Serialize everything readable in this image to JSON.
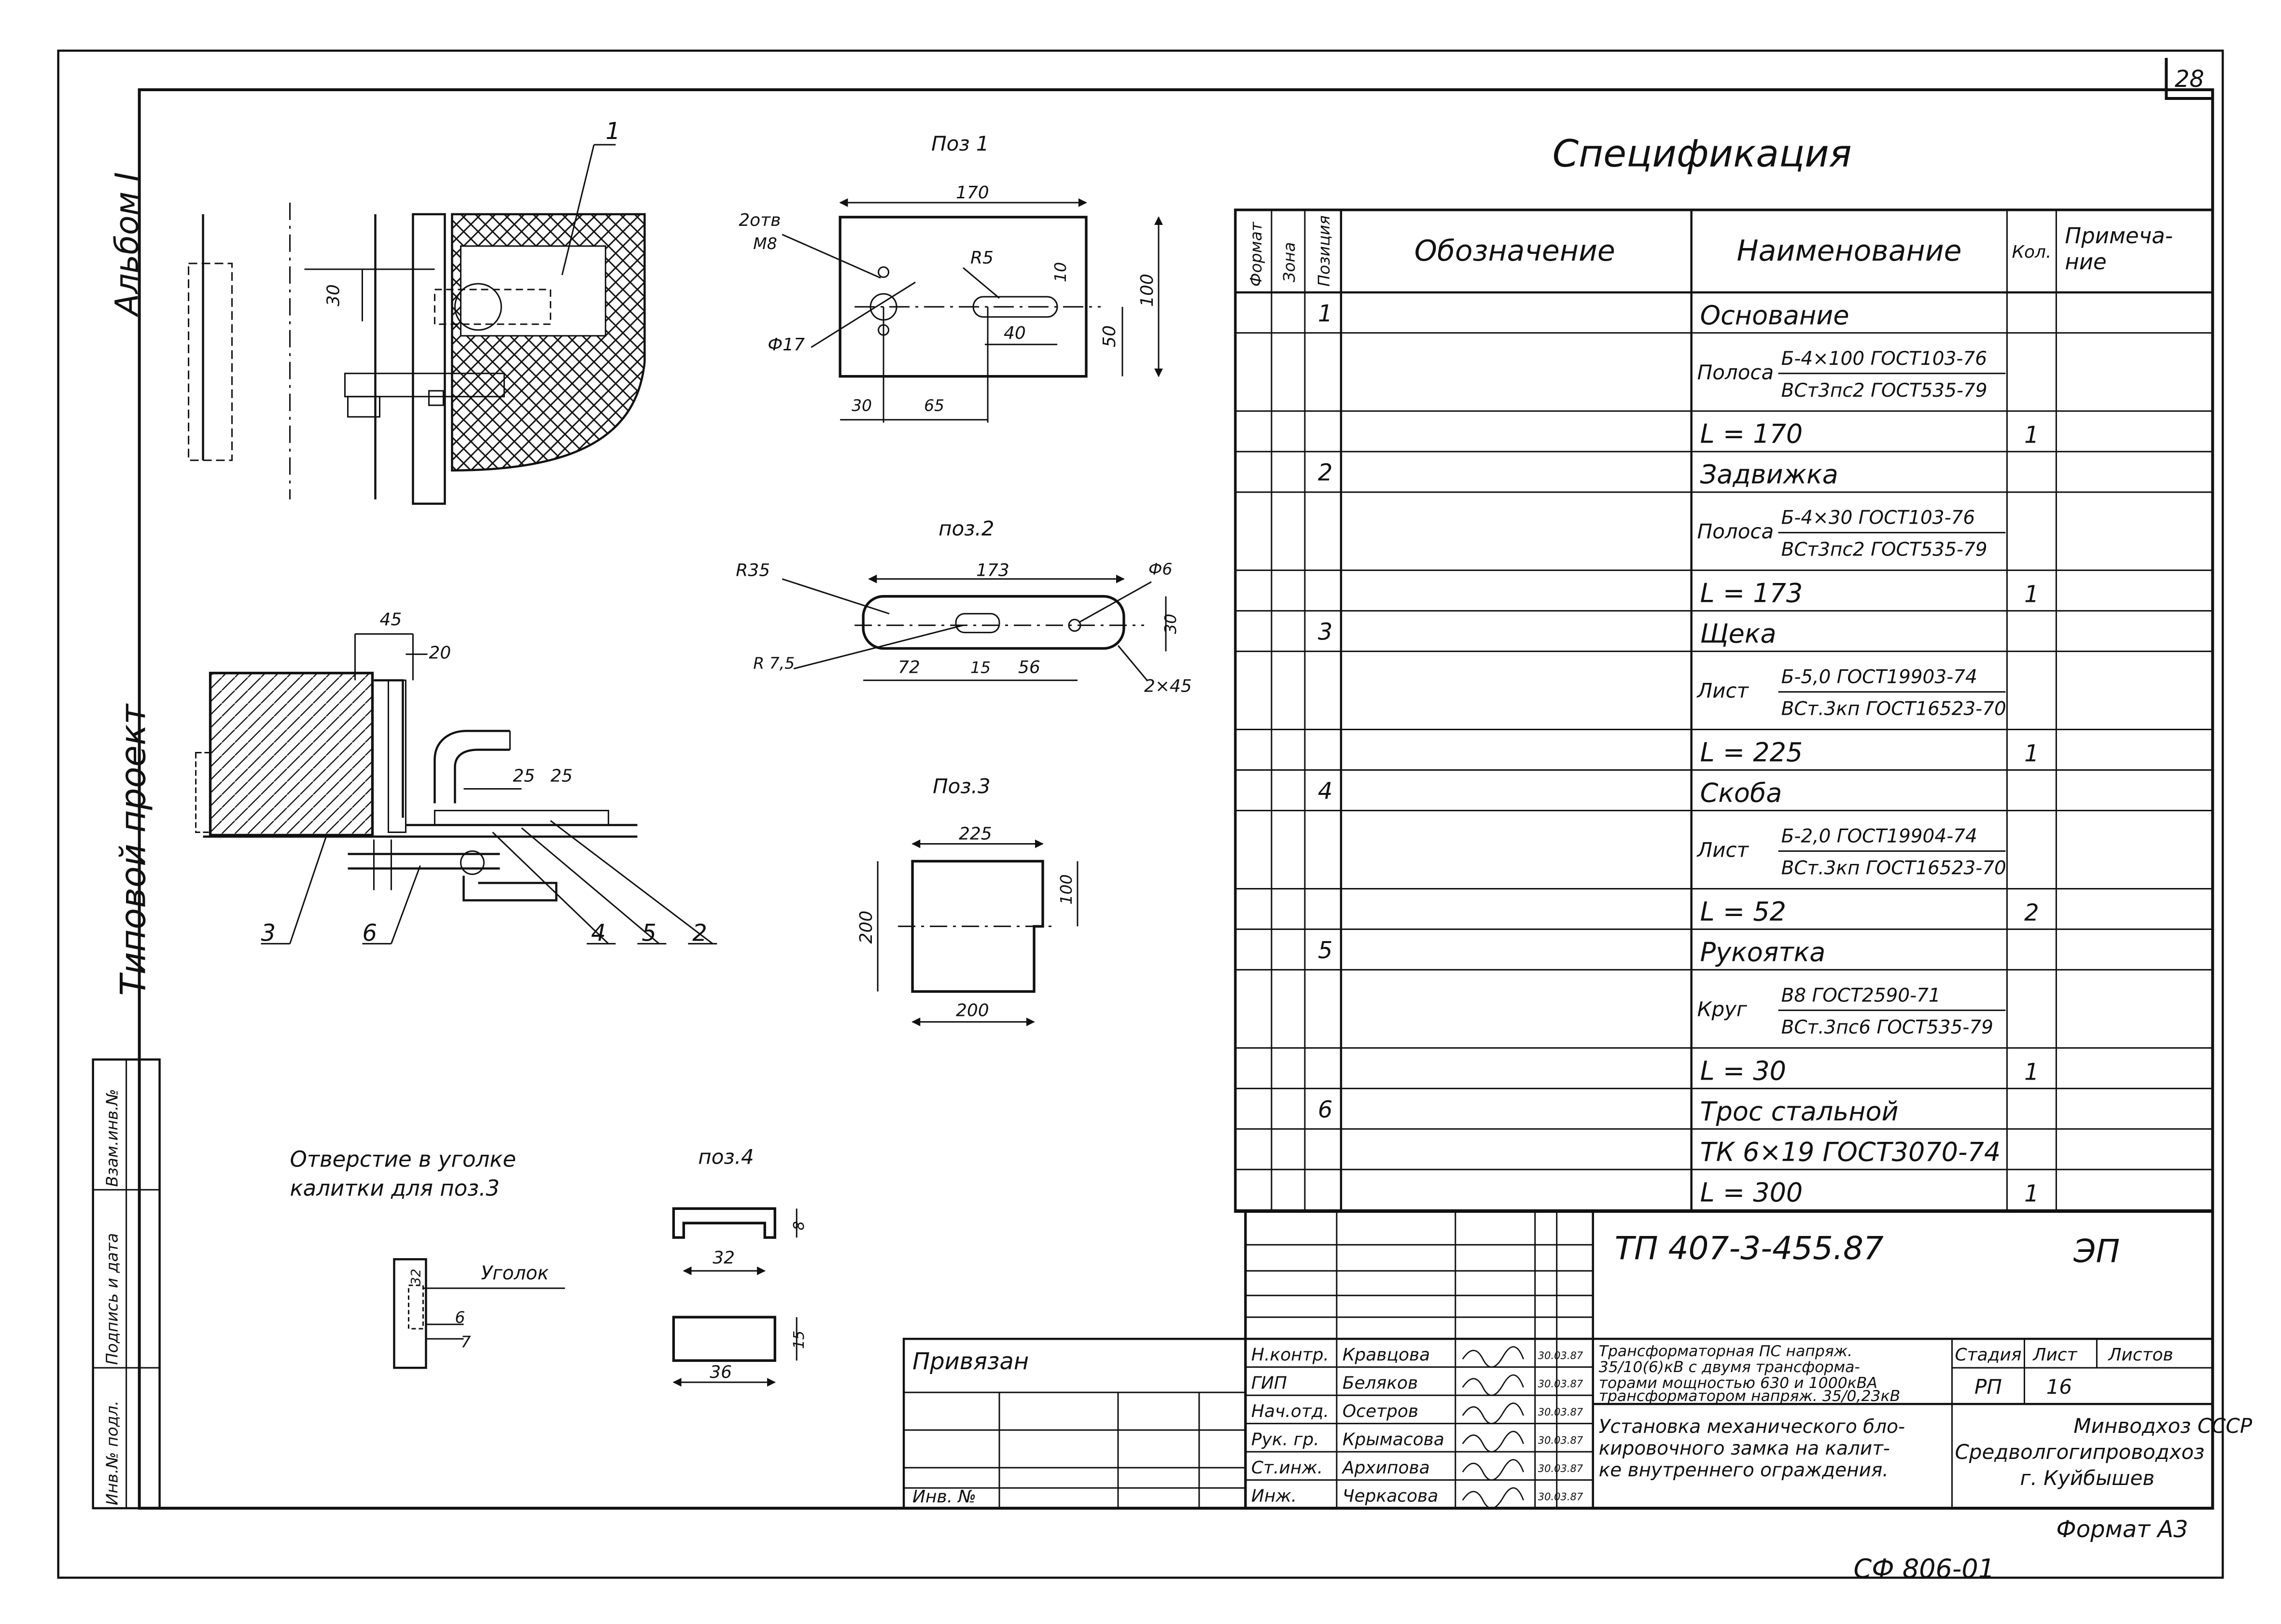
{
  "sheet_number": "28",
  "side": {
    "album": "Альбом I",
    "project": "Типовой проект",
    "stamp_labels": [
      "Инв.№ подл.",
      "Подпись и дата",
      "Взам.инв.№"
    ]
  },
  "views": {
    "pos1": {
      "title": "Поз 1",
      "holes": "2отв М8",
      "dims": [
        "170",
        "R5",
        "10",
        "100",
        "50",
        "40",
        "30",
        "65",
        "Ф17"
      ]
    },
    "pos2": {
      "title": "поз.2",
      "dims": [
        "R35",
        "173",
        "Ф6",
        "30",
        "R 7,5",
        "72",
        "15",
        "56",
        "2×45"
      ]
    },
    "pos3": {
      "title": "Поз.3",
      "dims": [
        "225",
        "100",
        "200",
        "200"
      ]
    },
    "pos4": {
      "title": "поз.4",
      "dims": [
        "32",
        "8",
        "36",
        "15"
      ]
    },
    "assembly": {
      "dims": [
        "45",
        "20",
        "25",
        "25",
        "30"
      ],
      "callouts": [
        "1",
        "2",
        "3",
        "4",
        "5",
        "6"
      ]
    },
    "hole_note": {
      "lines": [
        "Отверстие в уголке",
        "калитки для поз.3"
      ],
      "label": "Уголок",
      "dims": [
        "32",
        "6",
        "7"
      ]
    }
  },
  "spec": {
    "title": "Спецификация",
    "headers": {
      "format": "Формат",
      "zone": "Зона",
      "position": "Позиция",
      "designation": "Обозначение",
      "name": "Наименование",
      "qty": "Кол.",
      "note": "Примеча-ние"
    },
    "rows": [
      {
        "pos": "1",
        "name": "Основание",
        "qty": ""
      },
      {
        "pos": "",
        "name": "Полоса Б-4×100 ГОСТ103-76 / ВСт3пс2 ГОСТ535-79",
        "qty": ""
      },
      {
        "pos": "",
        "name": "L = 170",
        "qty": "1"
      },
      {
        "pos": "2",
        "name": "Задвижка",
        "qty": ""
      },
      {
        "pos": "",
        "name": "Полоса Б-4×30 ГОСТ103-76 / ВСт3пс2 ГОСТ535-79",
        "qty": ""
      },
      {
        "pos": "",
        "name": "L = 173",
        "qty": "1"
      },
      {
        "pos": "3",
        "name": "Щека",
        "qty": ""
      },
      {
        "pos": "",
        "name": "Лист Б-5,0 ГОСТ19903-74 / ВСт.3кп ГОСТ16523-70",
        "qty": ""
      },
      {
        "pos": "",
        "name": "L = 225",
        "qty": "1"
      },
      {
        "pos": "4",
        "name": "Скоба",
        "qty": ""
      },
      {
        "pos": "",
        "name": "Лист Б-2,0 ГОСТ19904-74 / ВСт.3кп ГОСТ16523-70",
        "qty": ""
      },
      {
        "pos": "",
        "name": "L = 52",
        "qty": "2"
      },
      {
        "pos": "5",
        "name": "Рукоятка",
        "qty": ""
      },
      {
        "pos": "",
        "name": "Круг В8 ГОСТ2590-71 / ВСт.3пс6 ГОСТ535-79",
        "qty": ""
      },
      {
        "pos": "",
        "name": "L = 30",
        "qty": "1"
      },
      {
        "pos": "6",
        "name": "Трос стальной",
        "qty": ""
      },
      {
        "pos": "",
        "name": "ТК 6×19 ГОСТ3070-74",
        "qty": ""
      },
      {
        "pos": "",
        "name": "L = 300",
        "qty": "1"
      }
    ]
  },
  "title_block": {
    "code": "ТП 407-3-455.87",
    "mark": "ЭП",
    "attached": "Привязан",
    "inv": "Инв. №",
    "project_title": "Трансформаторная ПС напряж. 35/10(6)кВ с двумя трансформаторами мощностью 630 и 1000кВА трансформатором напряж. 35/0,23кВ",
    "drawing_title": "Установка механического блокировочного замка на калитке внутреннего ограждения.",
    "stage_header": "Стадия",
    "sheet_header": "Лист",
    "sheets_header": "Листов",
    "stage": "РП",
    "sheet": "16",
    "org": [
      "Минводхоз СССР",
      "Средволгогипроводхоз",
      "г. Куйбышев"
    ],
    "roles": [
      {
        "role": "Н.контр.",
        "name": "Кравцова",
        "date": "30.03.87"
      },
      {
        "role": "ГИП",
        "name": "Беляков",
        "date": "30.03.87"
      },
      {
        "role": "Нач.отд.",
        "name": "Осетров",
        "date": "30.03.87"
      },
      {
        "role": "Рук. гр.",
        "name": "Крымасова",
        "date": "30.03.87"
      },
      {
        "role": "Ст.инж.",
        "name": "Архипова",
        "date": "30.03.87"
      },
      {
        "role": "Инж.",
        "name": "Черкасова",
        "date": "30.03.87"
      }
    ]
  },
  "format": "Формат А3",
  "archive_code": "СФ 806-01"
}
